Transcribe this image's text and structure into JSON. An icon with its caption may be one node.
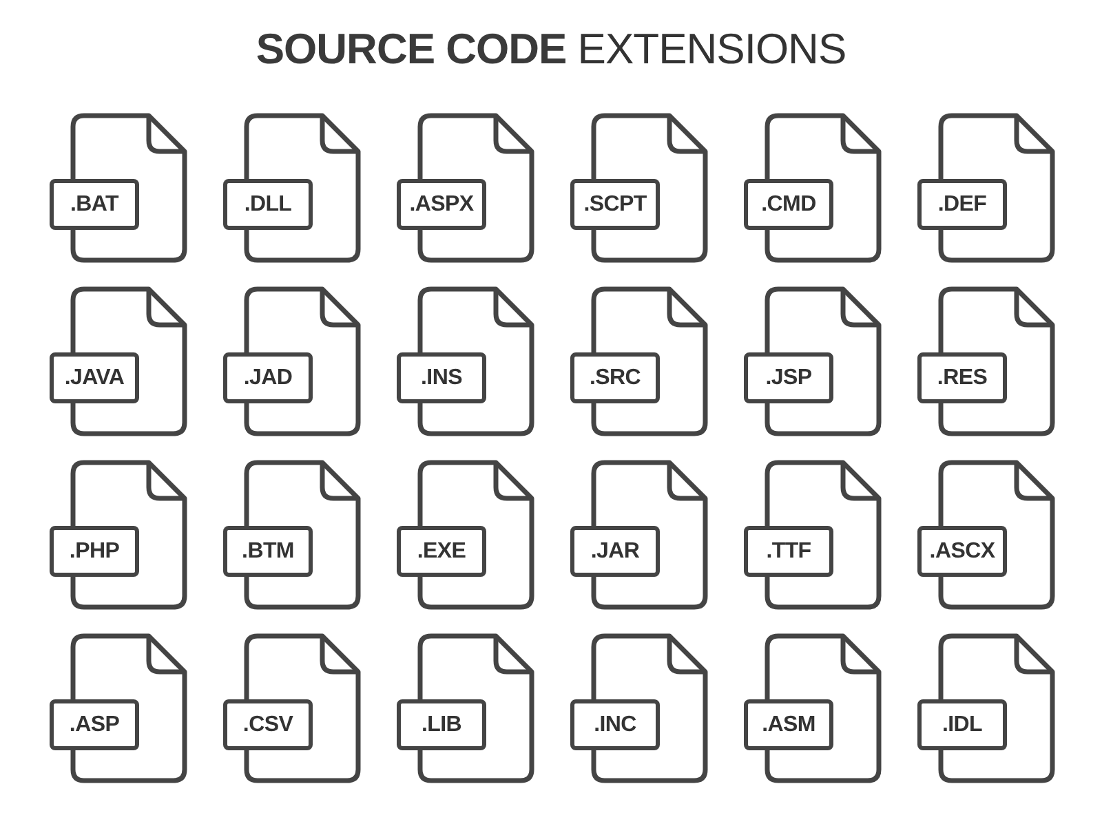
{
  "diagram": {
    "title": "**SOURCE CODE** EXTENSIONS",
    "nodes": [
      {
        "text": [
          ".BAT"
        ]
      },
      {
        "text": [
          ".DLL"
        ]
      },
      {
        "text": [
          ".ASPX"
        ]
      },
      {
        "text": [
          ".SCPT"
        ]
      },
      {
        "text": [
          ".CMD"
        ]
      },
      {
        "text": [
          ".DEF"
        ]
      },
      {
        "text": [
          ".JAVA"
        ]
      },
      {
        "text": [
          ".JAD"
        ]
      },
      {
        "text": [
          ".INS"
        ]
      },
      {
        "text": [
          ".SRC"
        ]
      },
      {
        "text": [
          ".JSP"
        ]
      },
      {
        "text": [
          ".RES"
        ]
      },
      {
        "text": [
          ".PHP"
        ]
      },
      {
        "text": [
          ".BTM"
        ]
      },
      {
        "text": [
          ".EXE"
        ]
      },
      {
        "text": [
          ".JAR"
        ]
      },
      {
        "text": [
          ".TTF"
        ]
      },
      {
        "text": [
          ".ASCX"
        ]
      },
      {
        "text": [
          ".ASP"
        ]
      },
      {
        "text": [
          ".CSV"
        ]
      },
      {
        "text": [
          ".LIB"
        ]
      },
      {
        "text": [
          ".INC"
        ]
      },
      {
        "text": [
          ".ASM"
        ]
      },
      {
        "text": [
          ".IDL"
        ]
      }
    ]
  }
}
